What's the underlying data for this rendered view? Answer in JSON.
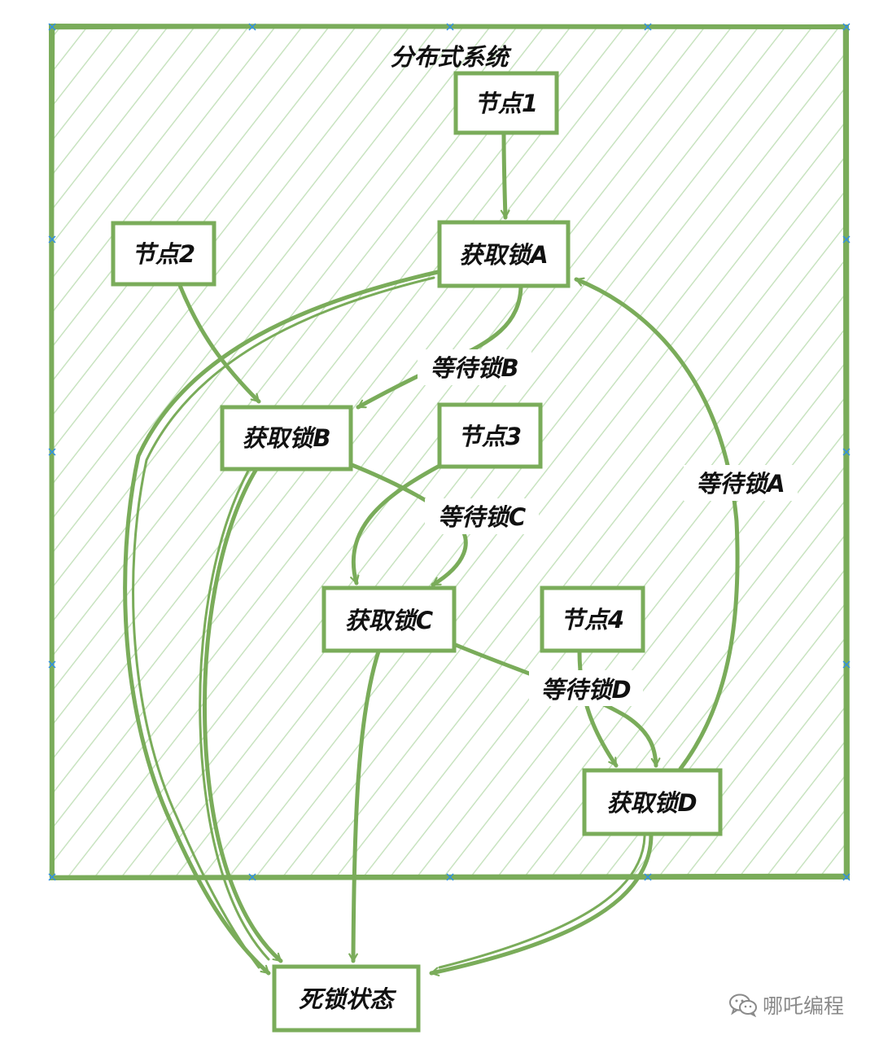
{
  "diagram": {
    "title": "分布式系统",
    "colors": {
      "stroke": "#7aac5a",
      "hatch": "#c8e3c0",
      "node_fill": "#ffffff",
      "handle": "#2f8fe6"
    },
    "nodes": {
      "node1": "节点1",
      "node2": "节点2",
      "node3": "节点3",
      "node4": "节点4",
      "lockA": "获取锁A",
      "lockB": "获取锁B",
      "lockC": "获取锁C",
      "lockD": "获取锁D",
      "deadlock": "死锁状态"
    },
    "edge_labels": {
      "waitB": "等待锁B",
      "waitC": "等待锁C",
      "waitD": "等待锁D",
      "waitA": "等待锁A"
    }
  },
  "watermark": {
    "icon": "wechat-icon",
    "text": "哪吒编程"
  }
}
